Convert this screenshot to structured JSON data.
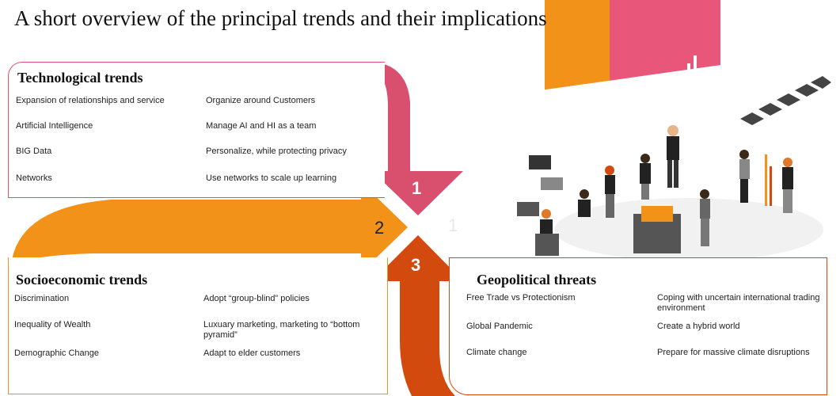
{
  "title": "A short overview of the principal trends and their implications",
  "tech": {
    "header": "Technological trends",
    "items": [
      {
        "trend": "Expansion of relationships and service",
        "implication": "Organize around Customers"
      },
      {
        "trend": "Artificial Intelligence",
        "implication": "Manage AI and HI as a team"
      },
      {
        "trend": "BIG Data",
        "implication": "Personalize, while protecting privacy"
      },
      {
        "trend": "Networks",
        "implication": "Use networks to scale up learning"
      }
    ]
  },
  "socio": {
    "header": "Socioeconomic trends",
    "items": [
      {
        "trend": "Discrimination",
        "implication": "Adopt “group-blind” policies"
      },
      {
        "trend": "Inequality of Wealth",
        "implication": "Luxuary marketing, marketing to “bottom pyramid”"
      },
      {
        "trend": "Demographic Change",
        "implication": "Adapt to elder customers"
      }
    ]
  },
  "geo": {
    "header": "Geopolitical threats",
    "items": [
      {
        "trend": "Free Trade vs Protectionism",
        "implication": "Coping with uncertain international trading environment"
      },
      {
        "trend": "Global Pandemic",
        "implication": "Create a hybrid world"
      },
      {
        "trend": "Climate change",
        "implication": "Prepare for massive climate disruptions"
      }
    ]
  },
  "numbers": {
    "one": "1",
    "two": "2",
    "three": "3",
    "four": "1"
  },
  "colors": {
    "tech": "#d94f6e",
    "socio": "#f29219",
    "geo": "#d24a0e"
  }
}
